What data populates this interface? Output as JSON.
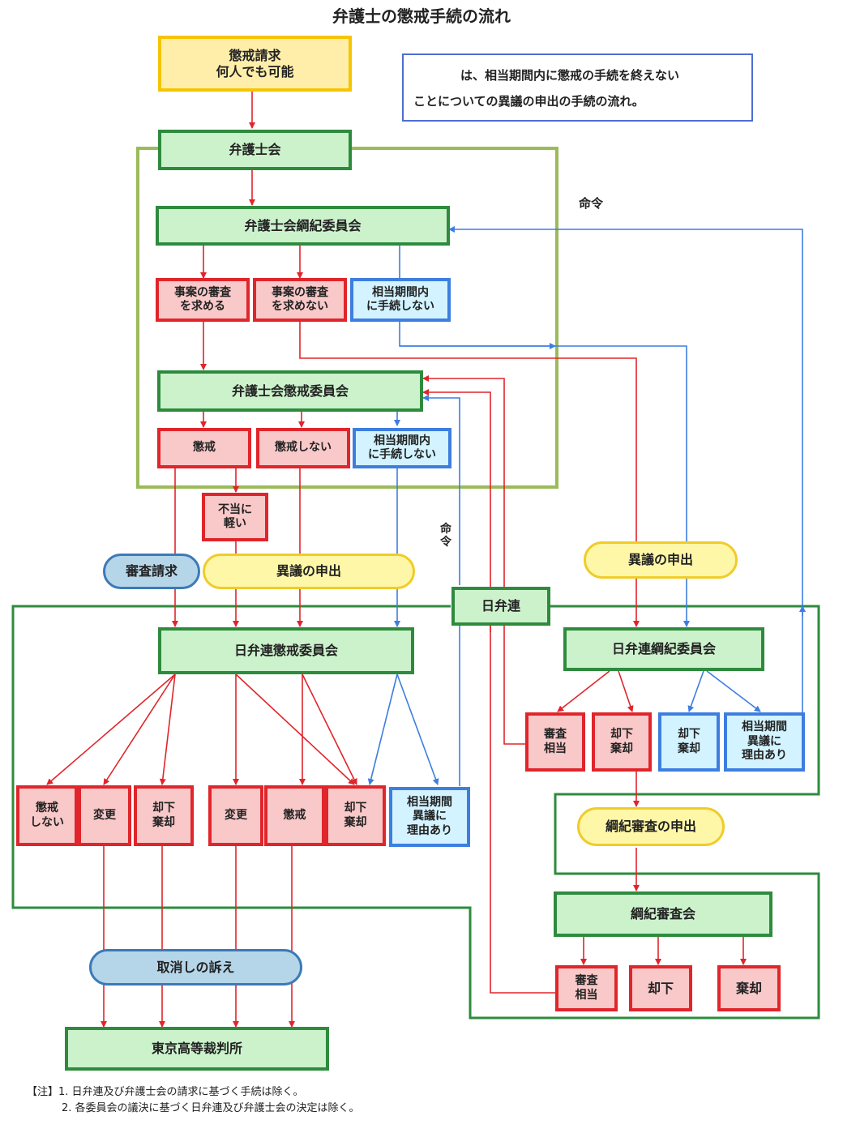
{
  "title": "弁護士の懲戒手続の流れ",
  "legend": {
    "line1": "は、相当期間内に懲戒の手続を終えない",
    "line2": "ことについての異議の申出の手続の流れ。"
  },
  "labels": {
    "order1": "命令",
    "order2": "命",
    "order3": "令"
  },
  "boxes": {
    "request": "懲戒請求\n何人でも可能",
    "bar": "弁護士会",
    "bar_discipline_cmte": "弁護士会綱紀委員会",
    "seek_review": "事案の審査\nを求める",
    "not_seek_review": "事案の審査\nを求めない",
    "no_proc_1": "相当期間内\nに手続しない",
    "bar_punish_cmte": "弁護士会懲戒委員会",
    "punish": "懲戒",
    "no_punish": "懲戒しない",
    "no_proc_2": "相当期間内\nに手続しない",
    "too_light": "不当に\n軽い",
    "review_request": "審査請求",
    "objection_left": "異議の申出",
    "nichibenren": "日弁連",
    "objection_right": "異議の申出",
    "jfba_punish_cmte": "日弁連懲戒委員会",
    "jfba_discipline_cmte": "日弁連綱紀委員会",
    "o_no_punish": "懲戒\nしない",
    "o_change1": "変更",
    "o_dismiss1": "却下\n棄却",
    "o_change2": "変更",
    "o_punish": "懲戒",
    "o_dismiss2": "却下\n棄却",
    "o_reasonable": "相当期間\n異議に\n理由あり",
    "j_review_ok": "審査\n相当",
    "j_dismiss_red": "却下\n棄却",
    "j_dismiss_blue": "却下\n棄却",
    "j_reasonable": "相当期間\n異議に\n理由あり",
    "ethics_request": "綱紀審査の申出",
    "ethics_board": "綱紀審査会",
    "e_review_ok": "審査\n相当",
    "e_reject": "却下",
    "e_dismiss": "棄却",
    "annul_suit": "取消しの訴え",
    "tokyo_court": "東京高等裁判所"
  },
  "footnotes": {
    "line1": "【注】1. 日弁連及び弁護士会の請求に基づく手続は除く。",
    "line2": "2. 各委員会の議決に基づく日弁連及び弁護士会の決定は除く。"
  },
  "colors": {
    "red": "#e0252b",
    "blue": "#3d7ee0",
    "green": "#2e8b3e",
    "olive": "#9bbb59"
  }
}
